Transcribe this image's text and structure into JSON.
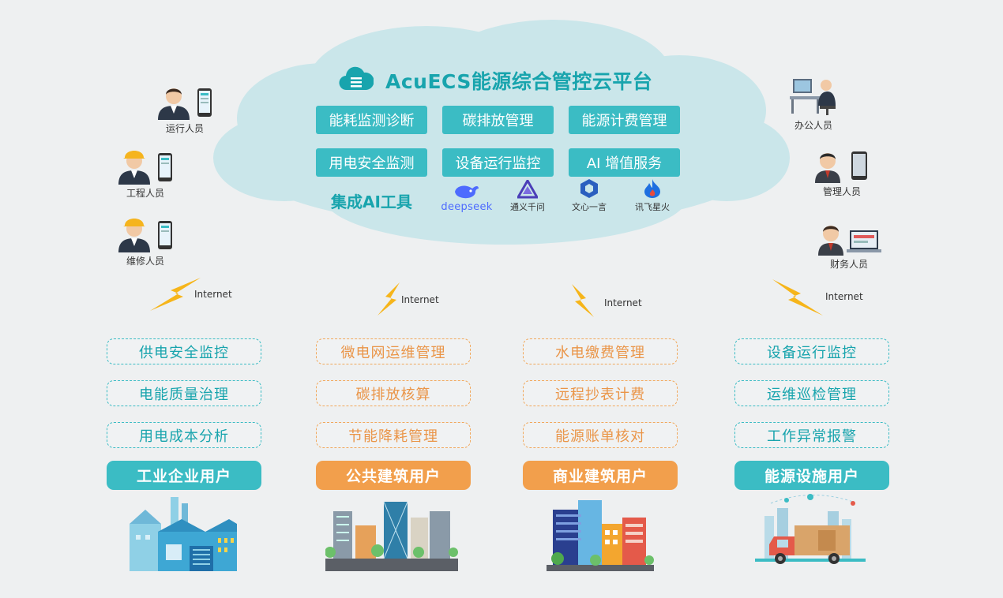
{
  "platform": {
    "title": "AcuECS能源综合管控云平台",
    "services": [
      "能耗监测诊断",
      "碳排放管理",
      "能源计费管理",
      "用电安全监测",
      "设备运行监控",
      "AI 增值服务"
    ],
    "ai_tools_label": "集成AI工具",
    "ai_tools": [
      "deepseek",
      "通义千问",
      "文心一言",
      "讯飞星火"
    ]
  },
  "people_left": [
    "运行人员",
    "工程人员",
    "维修人员"
  ],
  "people_right": [
    "办公人员",
    "管理人员",
    "财务人员"
  ],
  "internet_label": "Internet",
  "user_groups": [
    {
      "features": [
        "供电安全监控",
        "电能质量治理",
        "用电成本分析"
      ],
      "user": "工业企业用户",
      "color": "teal"
    },
    {
      "features": [
        "微电网运维管理",
        "碳排放核算",
        "节能降耗管理"
      ],
      "user": "公共建筑用户",
      "color": "orange"
    },
    {
      "features": [
        "水电缴费管理",
        "远程抄表计费",
        "能源账单核对"
      ],
      "user": "商业建筑用户",
      "color": "orange"
    },
    {
      "features": [
        "设备运行监控",
        "运维巡检管理",
        "工作异常报警"
      ],
      "user": "能源设施用户",
      "color": "teal"
    }
  ],
  "colors": {
    "teal": "#3bbcc4",
    "orange": "#f29f4c",
    "cloud": "#cde8ec",
    "background": "#eef0f1"
  }
}
